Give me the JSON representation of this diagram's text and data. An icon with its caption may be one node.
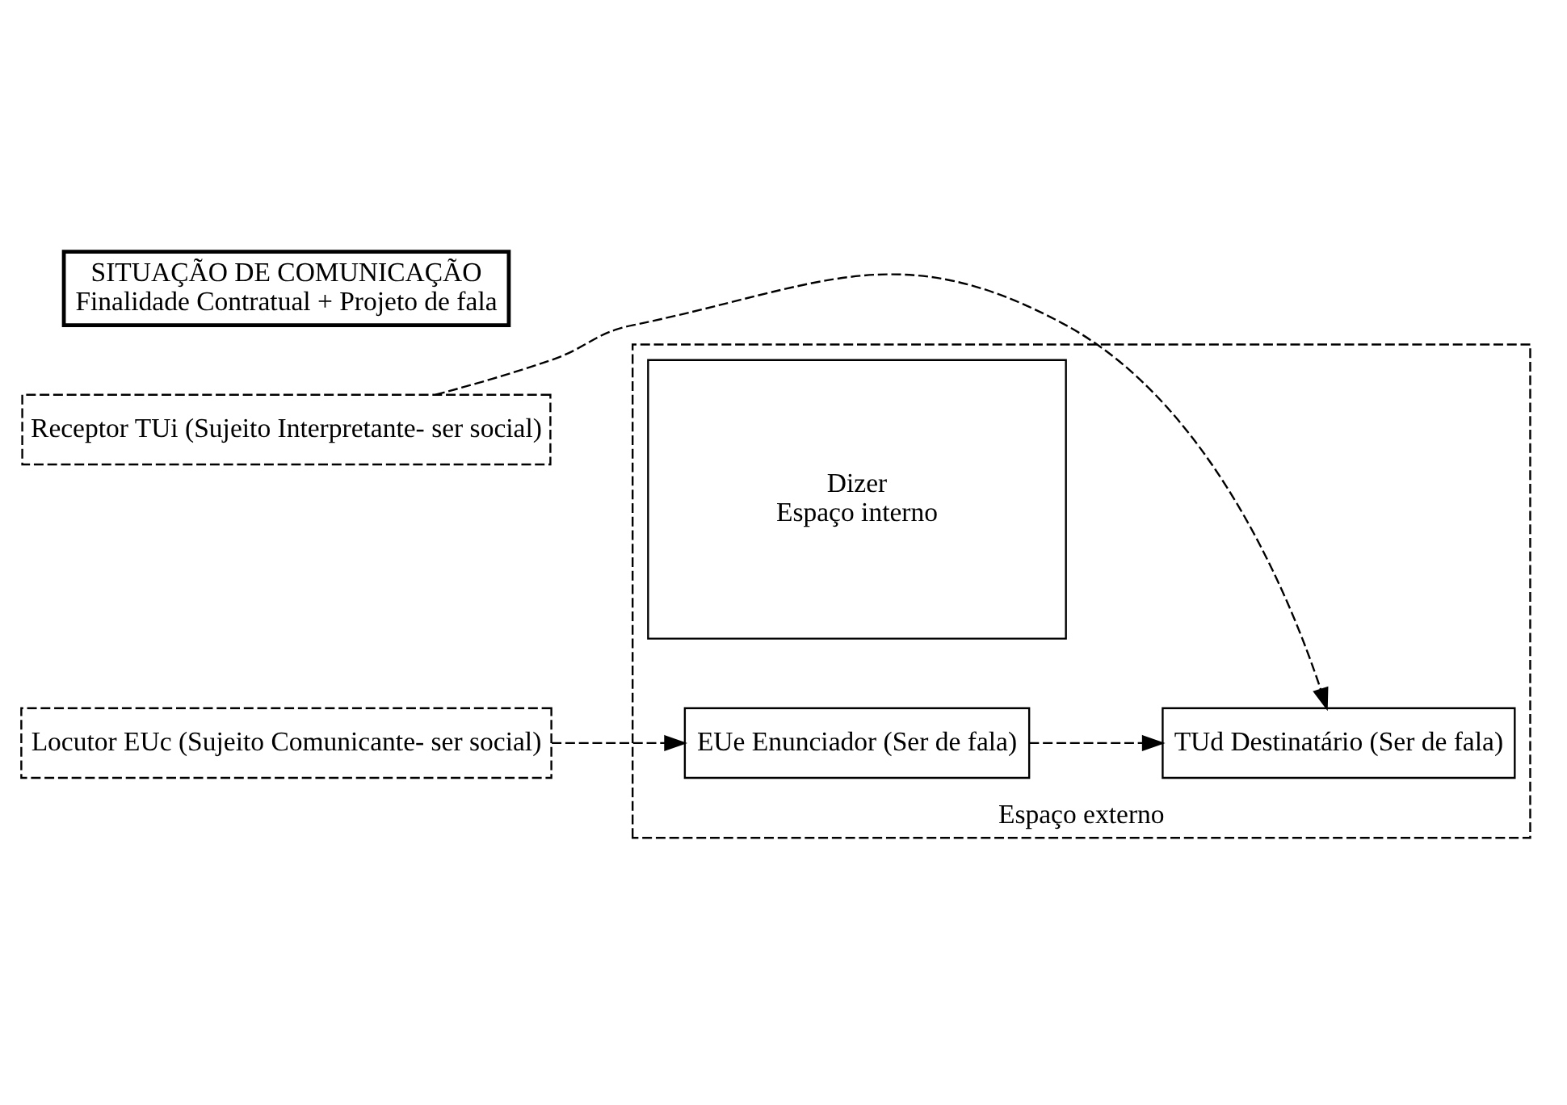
{
  "diagram": {
    "nodes": [
      {
        "text": [
          "Espaço externo"
        ]
      },
      {
        "text": [
          "SITUAÇÃO DE COMUNICAÇÃO",
          "Finalidade Contratual + Projeto de fala"
        ]
      },
      {
        "text": [
          "Locutor EUc (Sujeito Comunicante- ser social)"
        ]
      },
      {
        "text": [
          "Dizer",
          "Espaço interno"
        ],
        "in": 0
      },
      {
        "text": [
          "EUe Enunciador (Ser de fala)"
        ],
        "in": 0
      },
      {
        "text": [
          "TUd Destinatário (Ser de fala)"
        ],
        "in": 0
      },
      {
        "text": [
          "Receptor TUi (Sujeito Interpretante- ser social)"
        ]
      }
    ],
    "edges": [
      {
        "from": 2,
        "to": 4,
        "arrow": "to",
        "style": "dashed"
      },
      {
        "from": 6,
        "to": 5,
        "arrow": "to",
        "style": "dashed"
      },
      {
        "from": 4,
        "to": 5,
        "arrow": "to",
        "style": "dashed"
      }
    ]
  }
}
